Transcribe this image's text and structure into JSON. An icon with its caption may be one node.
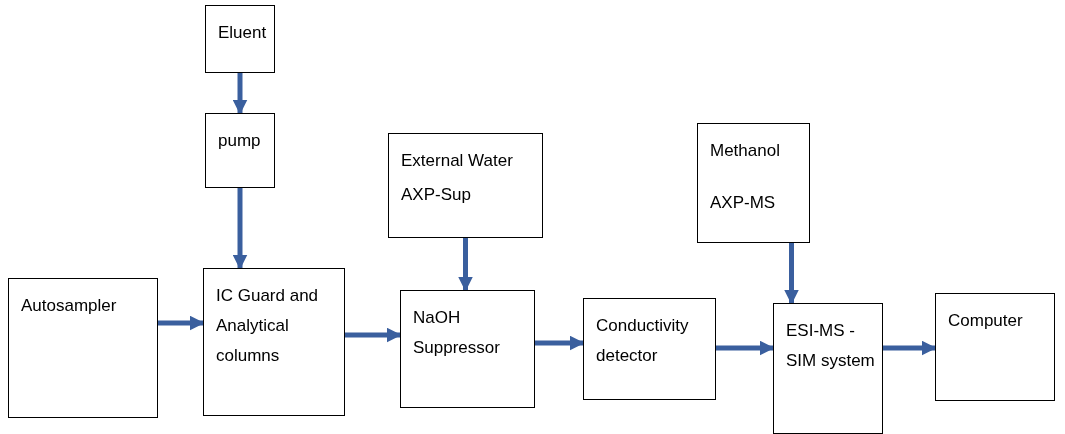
{
  "diagram": {
    "nodes": [
      {
        "text": [
          "Eluent"
        ]
      },
      {
        "text": [
          "pump"
        ]
      },
      {
        "text": [
          "External Water",
          "AXP-Sup"
        ]
      },
      {
        "text": [
          "Methanol",
          "AXP-MS"
        ]
      },
      {
        "text": [
          "Autosampler"
        ]
      },
      {
        "text": [
          "IC Guard and Analytical columns"
        ]
      },
      {
        "text": [
          "NaOH Suppressor"
        ]
      },
      {
        "text": [
          "Conductivity detector"
        ]
      },
      {
        "text": [
          "ESI-MS - SIM system"
        ]
      },
      {
        "text": [
          "Computer"
        ]
      }
    ],
    "edges": [
      {
        "from": 0,
        "to": 1,
        "arrow": "to"
      },
      {
        "from": 1,
        "to": 5,
        "arrow": "to"
      },
      {
        "from": 2,
        "to": 6,
        "arrow": "to"
      },
      {
        "from": 3,
        "to": 8,
        "arrow": "to"
      },
      {
        "from": 4,
        "to": 5,
        "arrow": "to"
      },
      {
        "from": 5,
        "to": 6,
        "arrow": "to"
      },
      {
        "from": 6,
        "to": 7,
        "arrow": "to"
      },
      {
        "from": 7,
        "to": 8,
        "arrow": "to"
      },
      {
        "from": 8,
        "to": 9,
        "arrow": "to"
      }
    ]
  }
}
